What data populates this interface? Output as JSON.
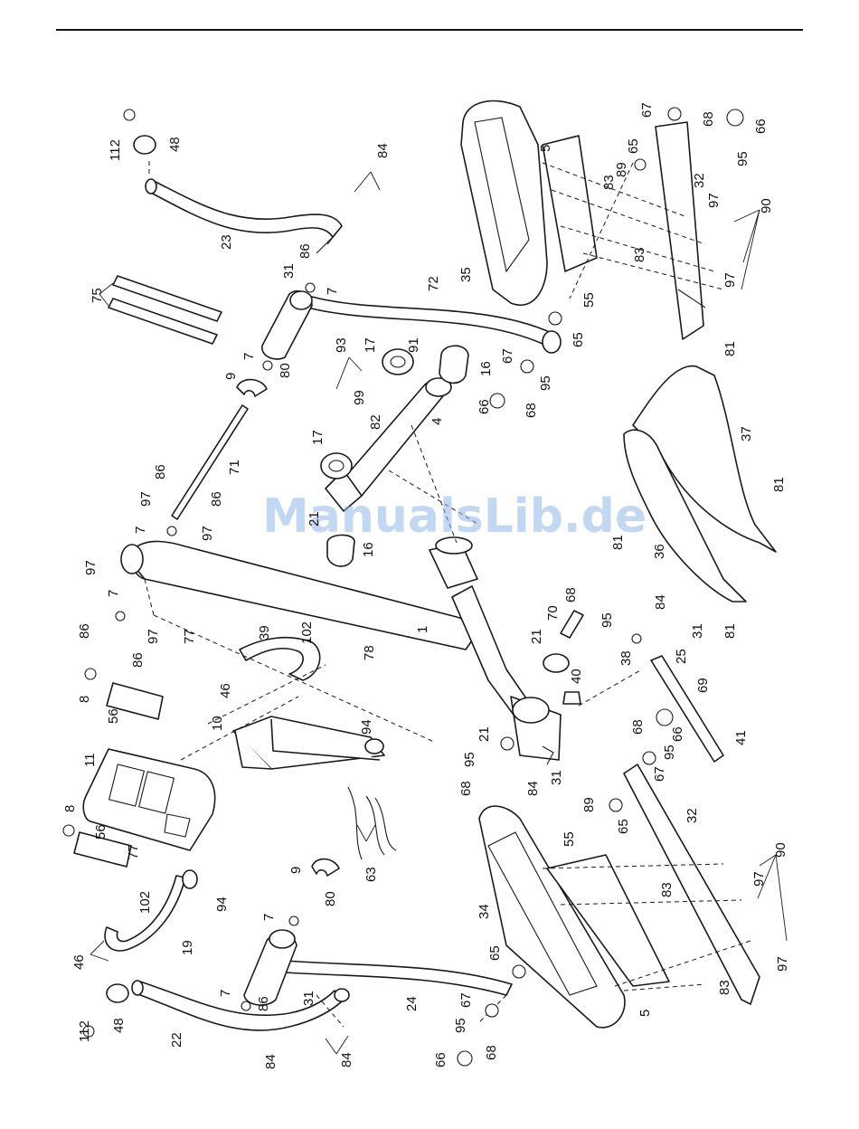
{
  "watermark": "ManualsLib.de",
  "labels": {
    "p1": "1",
    "p4": "4",
    "p5a": "5",
    "p5b": "5",
    "p7a": "7",
    "p7b": "7",
    "p7c": "7",
    "p7d": "7",
    "p7e": "7",
    "p7f": "7",
    "p8a": "8",
    "p8b": "8",
    "p9a": "9",
    "p9b": "9",
    "p10": "10",
    "p11": "11",
    "p16a": "16",
    "p16b": "16",
    "p17a": "17",
    "p17b": "17",
    "p19": "19",
    "p21a": "21",
    "p21b": "21",
    "p21c": "21",
    "p22": "22",
    "p23": "23",
    "p24": "24",
    "p25": "25",
    "p31a": "31",
    "p31b": "31",
    "p31c": "31",
    "p31d": "31",
    "p32a": "32",
    "p32b": "32",
    "p34": "34",
    "p35": "35",
    "p36": "36",
    "p37": "37",
    "p38": "38",
    "p39": "39",
    "p40": "40",
    "p41": "41",
    "p46a": "46",
    "p46b": "46",
    "p48a": "48",
    "p48b": "48",
    "p55a": "55",
    "p55b": "55",
    "p56a": "56",
    "p56b": "56",
    "p63": "63",
    "p65a": "65",
    "p65b": "65",
    "p65c": "65",
    "p65d": "65",
    "p66a": "66",
    "p66b": "66",
    "p66c": "66",
    "p66d": "66",
    "p67a": "67",
    "p67b": "67",
    "p67c": "67",
    "p67d": "67",
    "p68a": "68",
    "p68b": "68",
    "p68c": "68",
    "p68d": "68",
    "p68e": "68",
    "p68f": "68",
    "p69": "69",
    "p70": "70",
    "p71": "71",
    "p72": "72",
    "p75": "75",
    "p77a": "77",
    "p77b": "77",
    "p78": "78",
    "p80a": "80",
    "p80b": "80",
    "p81a": "81",
    "p81b": "81",
    "p81c": "81",
    "p81d": "81",
    "p82": "82",
    "p83a": "83",
    "p83b": "83",
    "p83c": "83",
    "p83d": "83",
    "p84a": "84",
    "p84b": "84",
    "p84c": "84",
    "p84d": "84",
    "p84e": "84",
    "p86a": "86",
    "p86b": "86",
    "p86c": "86",
    "p86d": "86",
    "p86e": "86",
    "p86f": "86",
    "p89a": "89",
    "p89b": "89",
    "p90a": "90",
    "p90b": "90",
    "p91": "91",
    "p93": "93",
    "p94a": "94",
    "p94b": "94",
    "p95a": "95",
    "p95b": "95",
    "p95c": "95",
    "p95d": "95",
    "p95e": "95",
    "p95f": "95",
    "p97a": "97",
    "p97b": "97",
    "p97c": "97",
    "p97d": "97",
    "p97e": "97",
    "p97f": "97",
    "p97g": "97",
    "p97h": "97",
    "p99": "99",
    "p102a": "102",
    "p102b": "102",
    "p112a": "112",
    "p112b": "112"
  }
}
